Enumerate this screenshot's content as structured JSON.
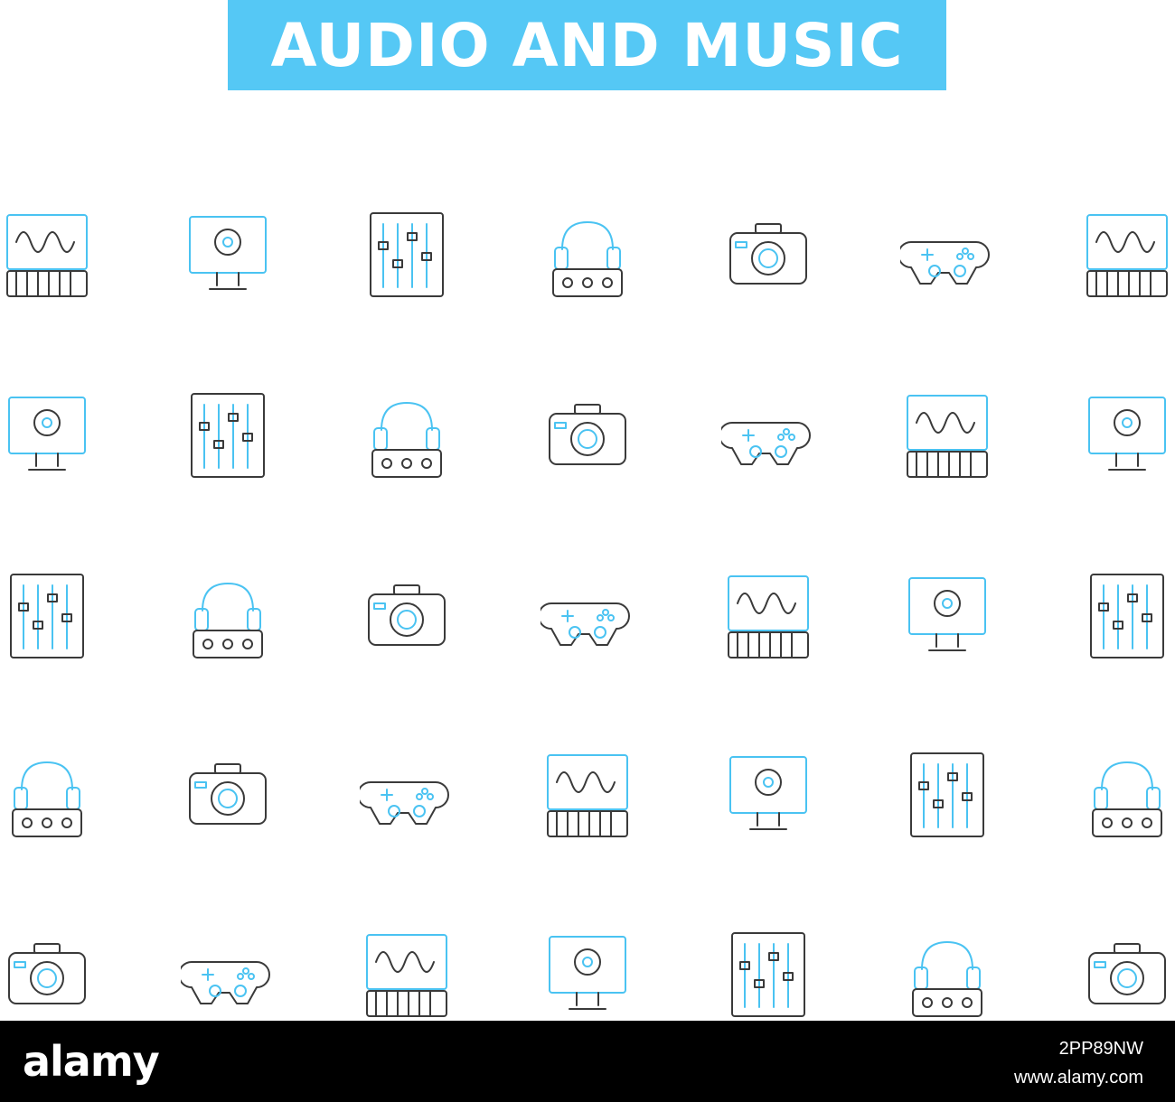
{
  "title": "AUDIO AND MUSIC",
  "colors": {
    "accent": "#55c8f5",
    "icon_blue": "#4ac3f2",
    "icon_dark": "#3a3a3a",
    "footer_bg": "#000000"
  },
  "icons": [
    [
      "choir-singers-icon",
      "motion-capture-figure-icon",
      "synthesizer-waveform-icon",
      "headphones-mixer-icon",
      "microphone-audio-console-icon",
      "stage-speaker-towers-icon",
      "audio-waveform-volume-icon"
    ],
    [
      "mixing-console-faders-icon",
      "vr-gloves-device-icon",
      "tablet-animal-hands-icon",
      "performance-speedometer-icon",
      "reel-tape-recorder-icon",
      "camera-tripod-icon",
      "robot-drone-icon"
    ],
    [
      "handheld-game-console-icon",
      "camera-icon",
      "audio-cable-connector-icon",
      "amplifier-knobs-icon",
      "mixer-hand-faders-icon",
      "phone-gamepad-icon",
      "headphones-controller-icon"
    ],
    [
      "gamepad-icon",
      "film-strip-coin-icon",
      "dj-turntable-icon",
      "vr-headset-woman-icon",
      "keyboard-player-icon",
      "retro-game-console-icon",
      "camera-factory-location-icon"
    ],
    [
      "vacuum-tube-icon",
      "music-store-shutter-icon",
      "equalizer-panel-icon",
      "woman-sound-waves-icon",
      "arcade-joystick-icon",
      "video-player-waveform-icon",
      "studio-microphone-notes-icon"
    ]
  ],
  "footer": {
    "logo": "alamy",
    "image_id": "2PP89NW",
    "url": "www.alamy.com"
  }
}
